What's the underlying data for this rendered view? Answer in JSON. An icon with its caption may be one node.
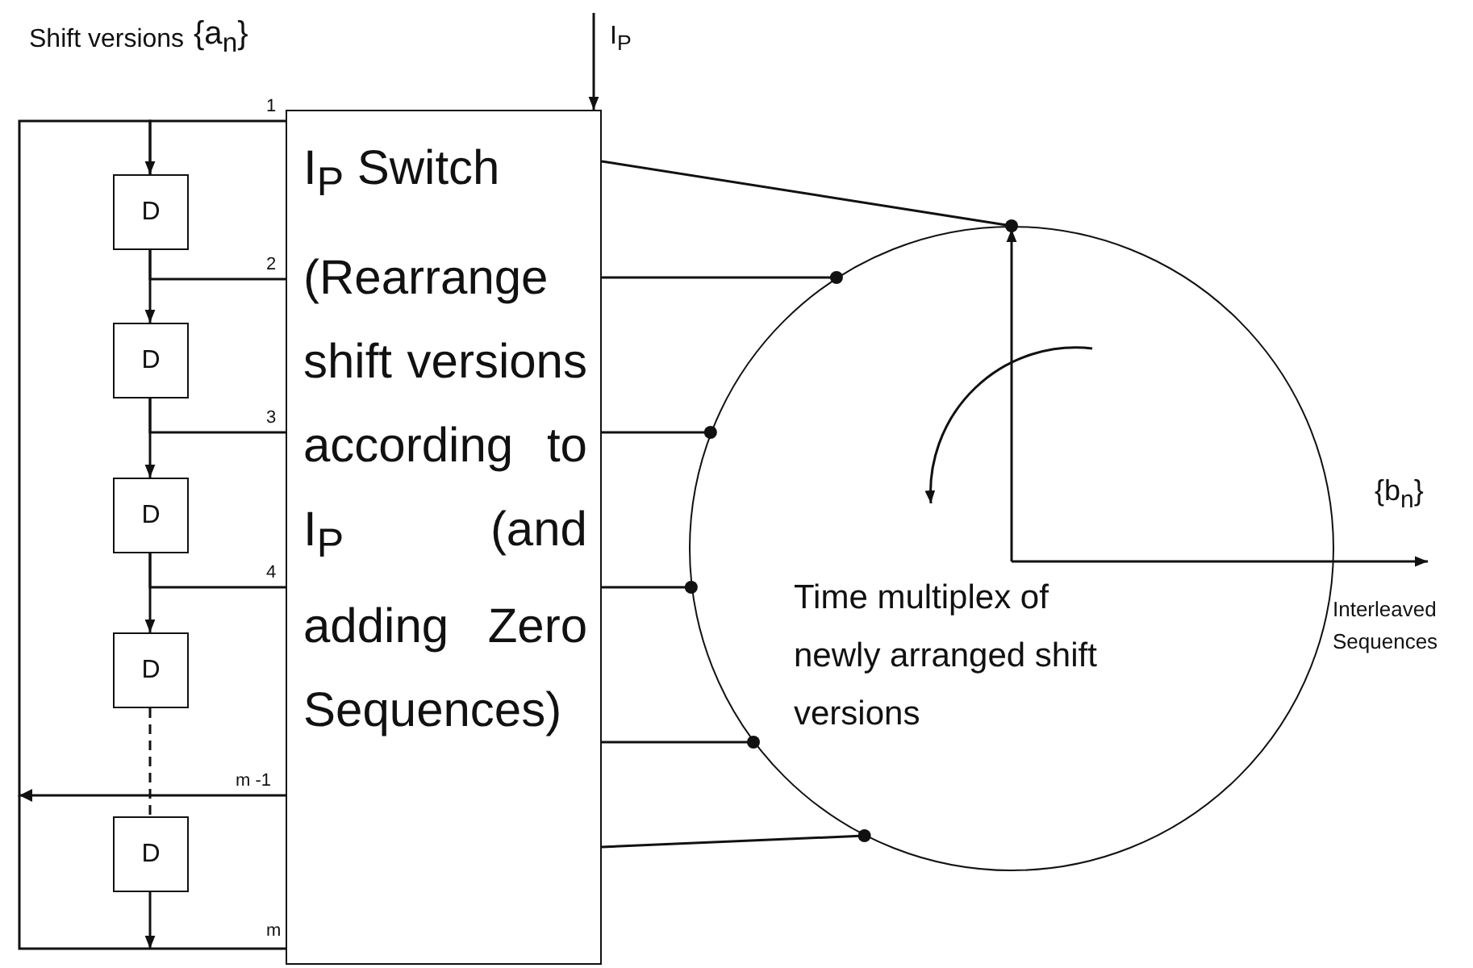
{
  "diagram": {
    "nodes": [
      {
        "text": [
          "I$_{P}$ Switch",
          "(Rearrange shift versions according to I$_{P}$ (and adding Zero Sequences)"
        ]
      },
      {
        "text": [
          "D"
        ]
      },
      {
        "text": [
          "D"
        ]
      },
      {
        "text": [
          "D"
        ]
      },
      {
        "text": [
          "D"
        ]
      },
      {
        "text": [
          "D"
        ]
      },
      {
        "text": [
          "Time multiplex of newly arranged shift versions"
        ]
      }
    ],
    "edges": [
      {
        "from": 1,
        "to": 2,
        "arrow": "to"
      },
      {
        "from": 2,
        "to": 3,
        "arrow": "to"
      },
      {
        "from": 3,
        "to": 4,
        "arrow": "to"
      },
      {
        "from": 4,
        "to": 5,
        "arrow": "none",
        "style": "dashed"
      },
      {
        "from": 0,
        "to": 1,
        "arrow": "to",
        "label": "m -1"
      },
      {
        "from": 1,
        "to": 0,
        "arrow": "none",
        "label": "1"
      },
      {
        "from": 1,
        "to": 0,
        "arrow": "none",
        "label": "2"
      },
      {
        "from": 2,
        "to": 0,
        "arrow": "none",
        "label": "3"
      },
      {
        "from": 3,
        "to": 0,
        "arrow": "none",
        "label": "4"
      },
      {
        "from": null,
        "to": 0,
        "arrow": "none",
        "label": "m"
      },
      {
        "from": 0,
        "to": 6,
        "arrow": "other"
      },
      {
        "from": 0,
        "to": 6,
        "arrow": "other"
      },
      {
        "from": 0,
        "to": 6,
        "arrow": "other"
      },
      {
        "from": 0,
        "to": 6,
        "arrow": "other"
      },
      {
        "from": 0,
        "to": 6,
        "arrow": "other"
      },
      {
        "from": 0,
        "to": 6,
        "arrow": "other"
      },
      {
        "from": null,
        "to": 0,
        "arrow": "to",
        "label": "I$_{P}$"
      },
      {
        "from": 5,
        "to": null,
        "arrow": "to"
      }
    ],
    "labels": [
      "Shift versions",
      "{a$_{n}$}",
      "{b$_{n}$}",
      "Interleaved Sequences"
    ]
  }
}
